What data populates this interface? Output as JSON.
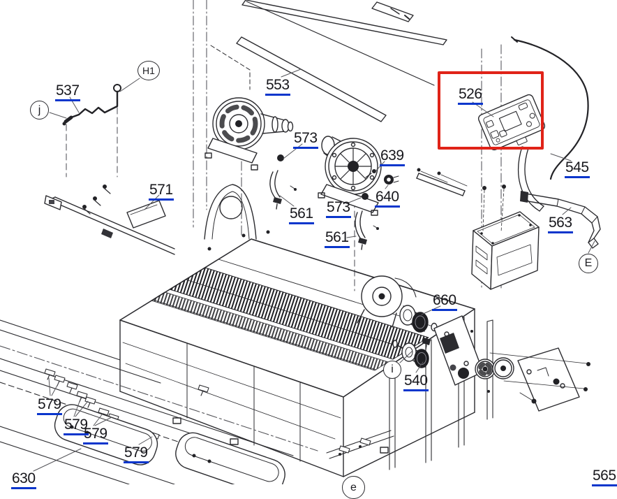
{
  "figure": {
    "kind": "exploded parts diagram",
    "highlighted_part": "526"
  },
  "colors": {
    "label_text": "#17171c",
    "label_underline": "#0a36cc",
    "highlight_box": "#e02318",
    "line_art": "#2b2b2f"
  },
  "part_labels": {
    "526": "526",
    "537": "537",
    "540": "540",
    "545": "545",
    "553": "553",
    "561": "561",
    "563": "563",
    "565": "565",
    "571": "571",
    "573": "573",
    "579": "579",
    "630": "630",
    "639": "639",
    "640": "640",
    "660": "660"
  },
  "callouts": {
    "H1": "H1",
    "j": "j",
    "E": "E",
    "i": "i",
    "e": "e"
  }
}
